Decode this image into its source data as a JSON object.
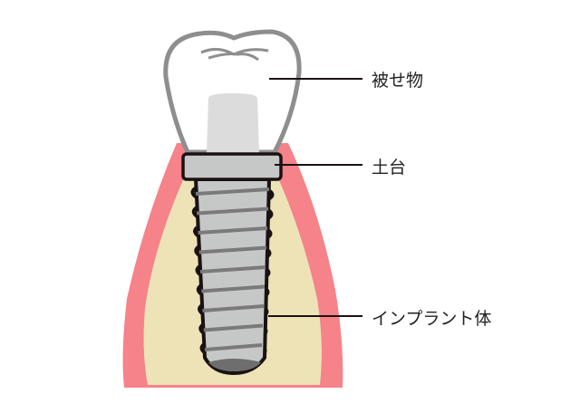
{
  "labels": {
    "crown": "被せ物",
    "abutment": "土台",
    "implant_body": "インプラント体"
  },
  "colors": {
    "gum": "#f6828a",
    "bone": "#ede3b7",
    "crown_outline": "#8e8e8e",
    "metal": "#c6c7c7",
    "metal_dark": "#7a7a7a",
    "outline": "#1a1212"
  }
}
